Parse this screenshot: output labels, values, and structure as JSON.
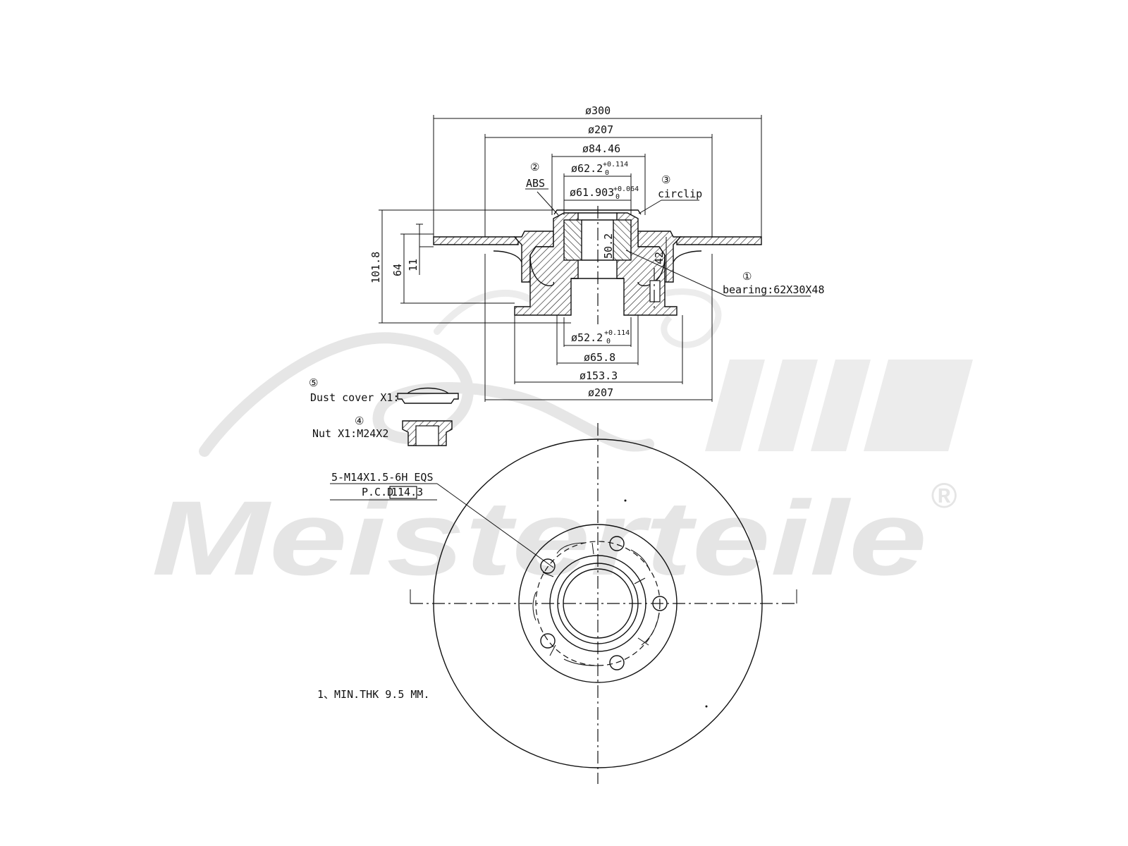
{
  "watermark": {
    "brand": "Meisterteile",
    "mark": "®"
  },
  "dimensions": {
    "d300": "ø300",
    "d207_top": "ø207",
    "d84": "ø84.46",
    "d62_base": "ø62.2",
    "d62_tol": "+0.114",
    "d62_tol0": "0",
    "d61_base": "ø61.903",
    "d61_tol": "+0.064",
    "d61_tol0": "0",
    "d52_base": "ø52.2",
    "d52_tol": "+0.114",
    "d52_tol0": "0",
    "d65": "ø65.8",
    "d153": "ø153.3",
    "d207_bottom": "ø207",
    "h101": "101.8",
    "h64": "64",
    "h11": "11",
    "h50": "50.2",
    "h42": "42"
  },
  "callouts": {
    "abs_num": "②",
    "abs": "ABS",
    "circlip_num": "③",
    "circlip": "circlip",
    "bearing_num": "①",
    "bearing": "bearing:62X30X48"
  },
  "parts": {
    "dust_num": "⑤",
    "dust": "Dust cover X1:",
    "nut_num": "④",
    "nut": "Nut X1:M24X2"
  },
  "bolts": {
    "spec": "5-M14X1.5-6H EQS",
    "pcd_label": "P.C.D",
    "pcd_value": "114.3"
  },
  "note": "1、MIN.THK 9.5 MM."
}
